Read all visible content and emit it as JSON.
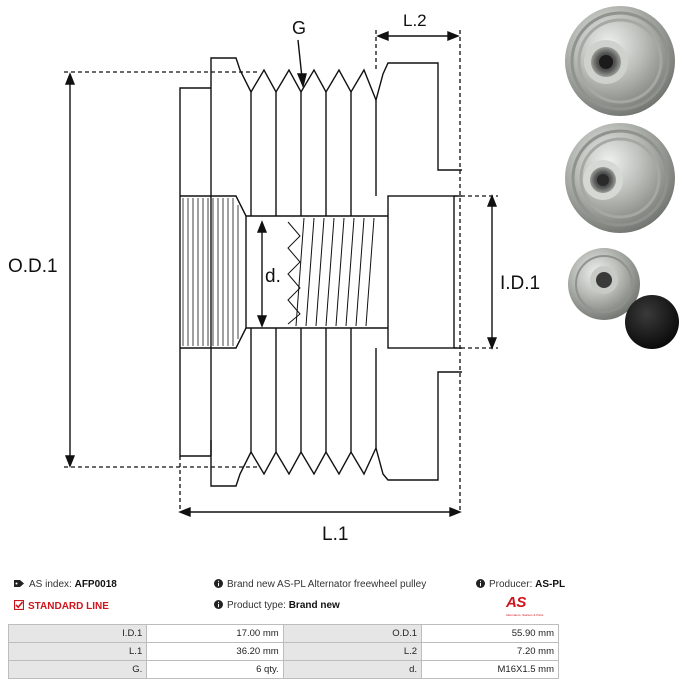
{
  "drawing": {
    "labels": {
      "g": "G",
      "l2": "L.2",
      "od1": "O.D.1",
      "id1": "I.D.1",
      "d": "d.",
      "l1": "L.1"
    }
  },
  "info": {
    "as_index_label": "AS index:",
    "as_index_value": "AFP0018",
    "standard_line": "STANDARD LINE",
    "description": "Brand new AS-PL Alternator freewheel pulley",
    "product_type_label": "Product type:",
    "product_type_value": "Brand new",
    "producer_label": "Producer:",
    "producer_value": "AS-PL"
  },
  "logo": {
    "mark": "AS",
    "tagline": "Alternators, Starters & Parts"
  },
  "specs": [
    {
      "label1": "I.D.1",
      "value1": "17.00 mm",
      "label2": "O.D.1",
      "value2": "55.90 mm"
    },
    {
      "label1": "L.1",
      "value1": "36.20 mm",
      "label2": "L.2",
      "value2": "7.20 mm"
    },
    {
      "label1": "G.",
      "value1": "6 qty.",
      "label2": "d.",
      "value2": "M16X1.5 mm"
    }
  ],
  "colors": {
    "accent_red": "#d0141c",
    "table_label_bg": "#e6e6e6",
    "table_border": "#bdbdbd"
  }
}
